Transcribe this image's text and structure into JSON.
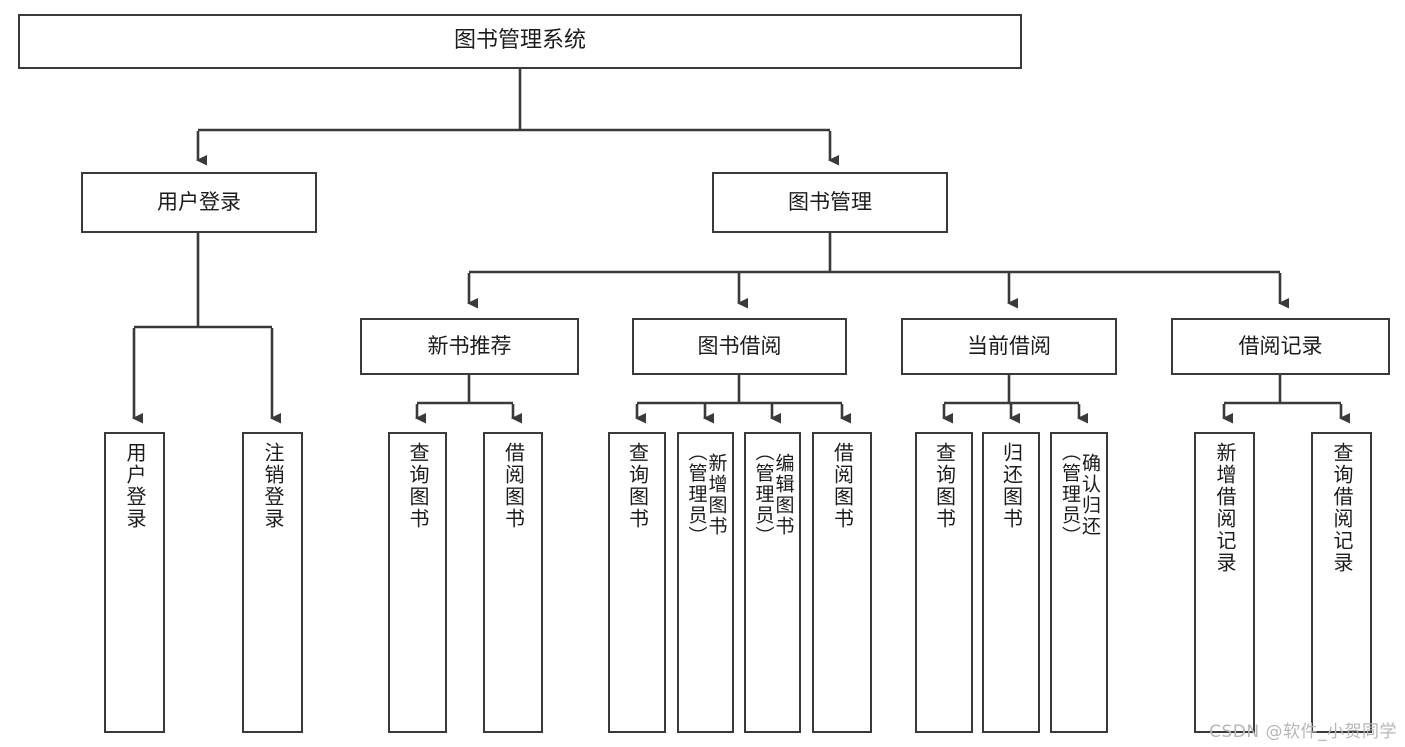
{
  "diagram": {
    "type": "hierarchy-tree",
    "title": "图书管理系统",
    "watermark": "CSDN @软件_小贺同学",
    "colors": {
      "box_border": "#3a3a3a",
      "box_fill": "#ffffff",
      "connector": "#3a3a3a",
      "text": "#1c1c1c",
      "watermark": "#b6b6b6"
    },
    "root": {
      "label": "图书管理系统"
    },
    "level2": [
      {
        "label": "用户登录"
      },
      {
        "label": "图书管理"
      }
    ],
    "level3": [
      {
        "label": "新书推荐"
      },
      {
        "label": "图书借阅"
      },
      {
        "label": "当前借阅"
      },
      {
        "label": "借阅记录"
      }
    ],
    "leaves": {
      "user_login": [
        {
          "label": "用户登录"
        },
        {
          "label": "注销登录"
        }
      ],
      "new_book_recommend": [
        {
          "label": "查询图书"
        },
        {
          "label": "借阅图书"
        }
      ],
      "book_borrow": [
        {
          "label": "查询图书"
        },
        {
          "label": "新增图书\n（管理员）"
        },
        {
          "label": "编辑图书\n（管理员）"
        },
        {
          "label": "借阅图书"
        }
      ],
      "current_borrow": [
        {
          "label": "查询图书"
        },
        {
          "label": "归还图书"
        },
        {
          "label": "确认归还\n（管理员）"
        }
      ],
      "borrow_record": [
        {
          "label": "新增借阅记录"
        },
        {
          "label": "查询借阅记录"
        }
      ]
    }
  }
}
